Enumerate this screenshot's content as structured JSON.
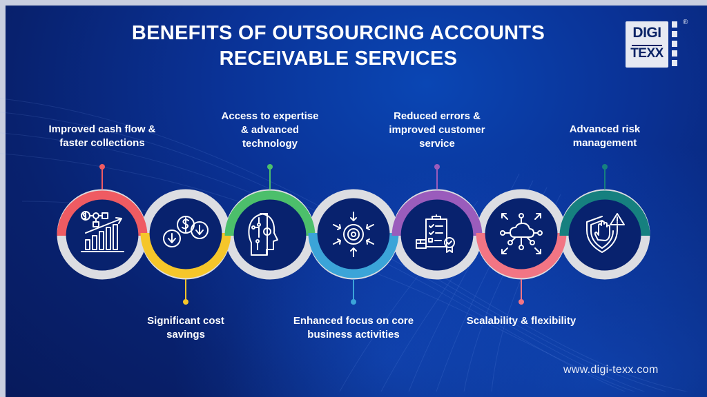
{
  "header": {
    "title_line1": "BENEFITS OF OUTSOURCING ACCOUNTS",
    "title_line2": "RECEIVABLE SERVICES"
  },
  "logo": {
    "line1": "DIGI",
    "line2": "TEXX",
    "registered": "®"
  },
  "footer": {
    "url": "www.digi-texx.com"
  },
  "colors": {
    "background": "#0a2d8a",
    "ring_base": "#dcdde2",
    "text": "#ffffff"
  },
  "benefits": [
    {
      "label_line1": "Improved cash flow &",
      "label_line2": "faster collections",
      "label_line3": "",
      "position": "top",
      "color": "#ef5b62",
      "icon": "growth-chart-icon"
    },
    {
      "label_line1": "Significant cost",
      "label_line2": "savings",
      "label_line3": "",
      "position": "bottom",
      "color": "#f5c62a",
      "icon": "cost-down-icon"
    },
    {
      "label_line1": "Access to expertise",
      "label_line2": "& advanced",
      "label_line3": "technology",
      "position": "top",
      "color": "#4cbf6b",
      "icon": "ai-head-icon"
    },
    {
      "label_line1": "Enhanced focus on core",
      "label_line2": "business activities",
      "label_line3": "",
      "position": "bottom",
      "color": "#3ba4d8",
      "icon": "target-focus-icon"
    },
    {
      "label_line1": "Reduced errors &",
      "label_line2": "improved customer",
      "label_line3": "service",
      "position": "top",
      "color": "#9a5cbc",
      "icon": "checklist-icon"
    },
    {
      "label_line1": "Scalability & flexibility",
      "label_line2": "",
      "label_line3": "",
      "position": "bottom",
      "color": "#f27584",
      "icon": "cloud-network-icon"
    },
    {
      "label_line1": "Advanced risk",
      "label_line2": "management",
      "label_line3": "",
      "position": "top",
      "color": "#16807f",
      "icon": "shield-risk-icon"
    }
  ]
}
